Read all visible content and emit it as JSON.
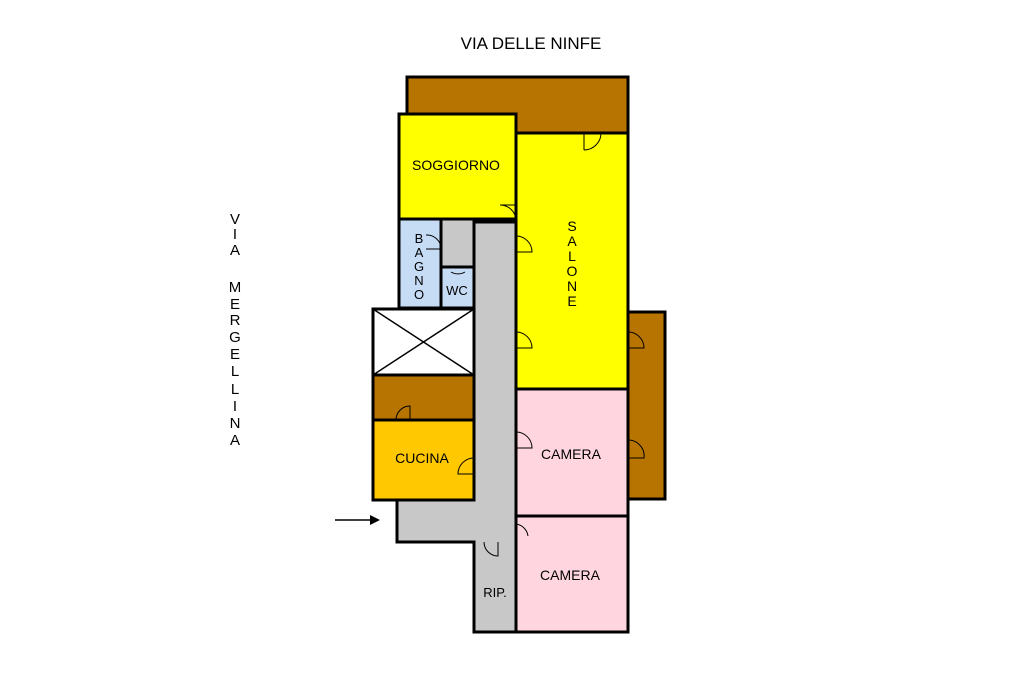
{
  "street_north": "VIA DELLE NINFE",
  "street_west": [
    "V",
    "I",
    "A",
    "",
    "M",
    "E",
    "R",
    "G",
    "E",
    "L",
    "L",
    "I",
    "N",
    "A"
  ],
  "rooms": {
    "soggiorno": "SOGGIORNO",
    "salone": [
      "S",
      "A",
      "L",
      "O",
      "N",
      "E"
    ],
    "bagno": [
      "B",
      "A",
      "G",
      "N",
      "O"
    ],
    "wc": "WC",
    "cucina": "CUCINA",
    "camera_1": "CAMERA",
    "camera_2": "CAMERA",
    "ripostiglio": "RIP."
  },
  "colors": {
    "terrace": "#b87400",
    "living": "#ffff00",
    "bathroom": "#c6dcf5",
    "kitchen": "#ffc800",
    "bedroom": "#ffd6e0",
    "corridor": "#c8c8c8"
  },
  "icons": {
    "entrance": "arrow-right-icon",
    "stairwell": "cross-box-icon"
  }
}
